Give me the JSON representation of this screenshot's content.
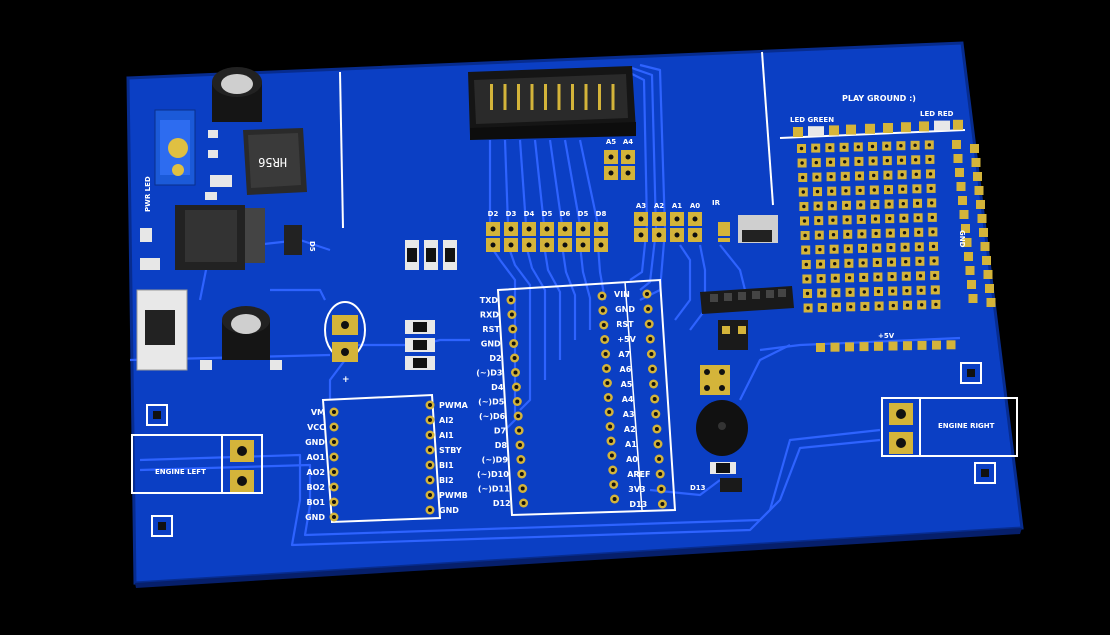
{
  "board": {
    "colors": {
      "board": "#0b3fc4",
      "board_edge": "#072c8f",
      "trace": "#2e63ff",
      "pad": "#d4b43a",
      "silk": "#ffffff",
      "background": "#000000"
    },
    "labels": {
      "play_ground": "PLAY GROUND :)",
      "led_green": "LED GREEN",
      "led_red": "LED RED",
      "pwr_led": "PWR LED",
      "engine_left": "ENGINE LEFT",
      "engine_right": "ENGINE RIGHT",
      "plus": "+",
      "plus_5v": "+5V",
      "inductor": "HR56",
      "ir": "IR",
      "d13_buzzer": "D13",
      "diode": "D5",
      "gnd_small": "GND"
    },
    "top_header_pins": [
      "A5",
      "A4"
    ],
    "digital_header_pins": [
      "D2",
      "D3",
      "D4",
      "D5",
      "D6",
      "D5",
      "D8"
    ],
    "analog_header_pins": [
      "A3",
      "A2",
      "A1",
      "A0"
    ],
    "arduino_left_pins": [
      "TXD",
      "RXD",
      "RST",
      "GND",
      "D2",
      "(~)D3",
      "D4",
      "(~)D5",
      "(~)D6",
      "D7",
      "D8",
      "(~)D9",
      "(~)D10",
      "(~)D11",
      "D12"
    ],
    "arduino_right_pins": [
      "VIN",
      "GND",
      "RST",
      "+5V",
      "A7",
      "A6",
      "A5",
      "A4",
      "A3",
      "A2",
      "A1",
      "A0",
      "AREF",
      "3V3",
      "D13"
    ],
    "driver_left_pins": [
      "VM",
      "VCC",
      "GND",
      "AO1",
      "AO2",
      "BO2",
      "BO1",
      "GND"
    ],
    "driver_right_pins": [
      "PWMA",
      "AI2",
      "AI1",
      "STBY",
      "BI1",
      "BI2",
      "PWMB",
      "GND"
    ]
  }
}
